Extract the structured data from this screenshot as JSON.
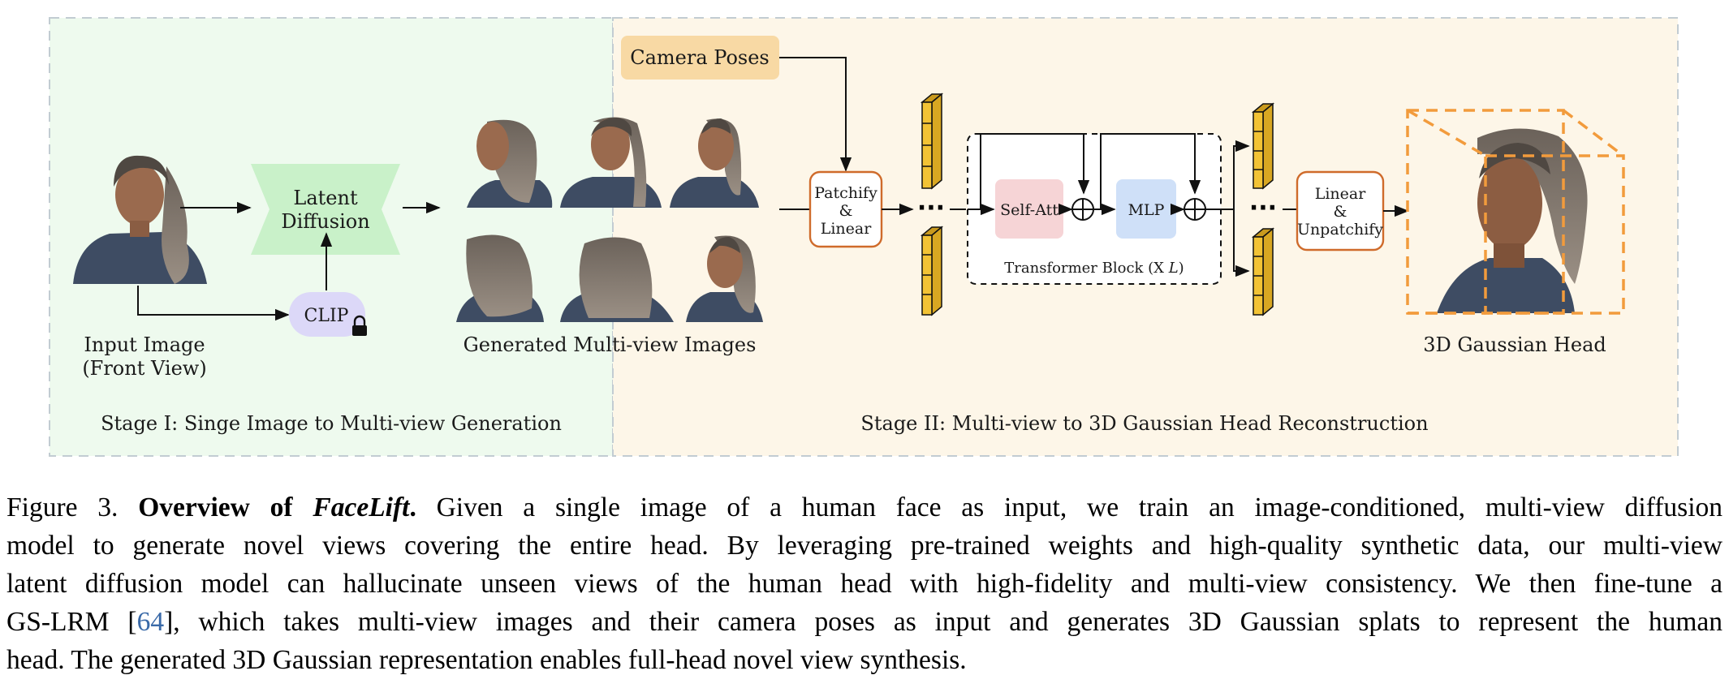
{
  "figure": {
    "stage1": {
      "label": "Stage I: Singe Image to Multi-view Generation",
      "input_label_line1": "Input Image",
      "input_label_line2": "(Front View)",
      "latent_line1": "Latent",
      "latent_line2": "Diffusion",
      "clip": "CLIP",
      "generated_label": "Generated Multi-view Images"
    },
    "stage2": {
      "label": "Stage II: Multi-view to 3D Gaussian Head Reconstruction",
      "camera_poses": "Camera Poses",
      "patchify_line1": "Patchify",
      "patchify_line2": "&",
      "patchify_line3": "Linear",
      "self_att": "Self-Att",
      "mlp": "MLP",
      "transformer_prefix": "Transformer Block (X ",
      "transformer_var": "L",
      "transformer_suffix": ")",
      "linear_line1": "Linear",
      "linear_line2": "&",
      "linear_line3": "Unpatchify",
      "ellipsis": "···",
      "output_label": "3D Gaussian Head"
    },
    "colors": {
      "stage1_bg": "#eefaee",
      "stage2_bg": "#fdf6e8",
      "camera_box": "#f8d9a4",
      "latent": "#c9f1c9",
      "clip": "#dcd8f8",
      "self_att": "#f6d4d6",
      "mlp": "#cfe0f8",
      "token_fill": "#f2c335",
      "orange_outline": "#cf6b2b",
      "cube_dash": "#f29b3c"
    }
  },
  "caption": {
    "lines": [
      {
        "prefix": "Figure 3.  ",
        "bold": "Overview of ",
        "bold_italic": "FaceLift",
        "bold_end": ".",
        "text": "  Given a single image of a human face as input, we train an image-conditioned, multi-view diffusion"
      },
      {
        "text": "model to generate novel views covering the entire head. By leveraging pre-trained weights and high-quality synthetic data, our multi-view"
      },
      {
        "text": "latent diffusion model can hallucinate unseen views of the human head with high-fidelity and multi-view consistency. We then fine-tune a"
      },
      {
        "before": "GS-LRM [",
        "cite": "64",
        "after": "], which takes multi-view images and their camera poses as input and generates 3D Gaussian splats to represent the human"
      },
      {
        "text": "head. The generated 3D Gaussian representation enables full-head novel view synthesis."
      }
    ]
  }
}
